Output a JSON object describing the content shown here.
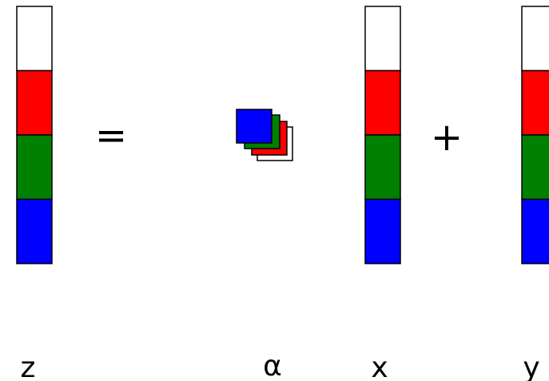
{
  "diagram": {
    "vectors": [
      {
        "id": "z",
        "label": "z",
        "segments": [
          "white",
          "red",
          "green",
          "blue"
        ]
      },
      {
        "id": "x",
        "label": "x",
        "segments": [
          "white",
          "red",
          "green",
          "blue"
        ]
      },
      {
        "id": "y",
        "label": "y",
        "segments": [
          "white",
          "red",
          "green",
          "blue"
        ]
      }
    ],
    "scalar": {
      "id": "alpha",
      "label": "α",
      "layers_back_to_front": [
        "white",
        "red",
        "green",
        "blue"
      ]
    },
    "operators": {
      "equals": "=",
      "plus": "+"
    },
    "colors": {
      "white": "#ffffff",
      "red": "#ff0000",
      "green": "#008000",
      "blue": "#0000ff",
      "stroke": "#000000"
    }
  }
}
